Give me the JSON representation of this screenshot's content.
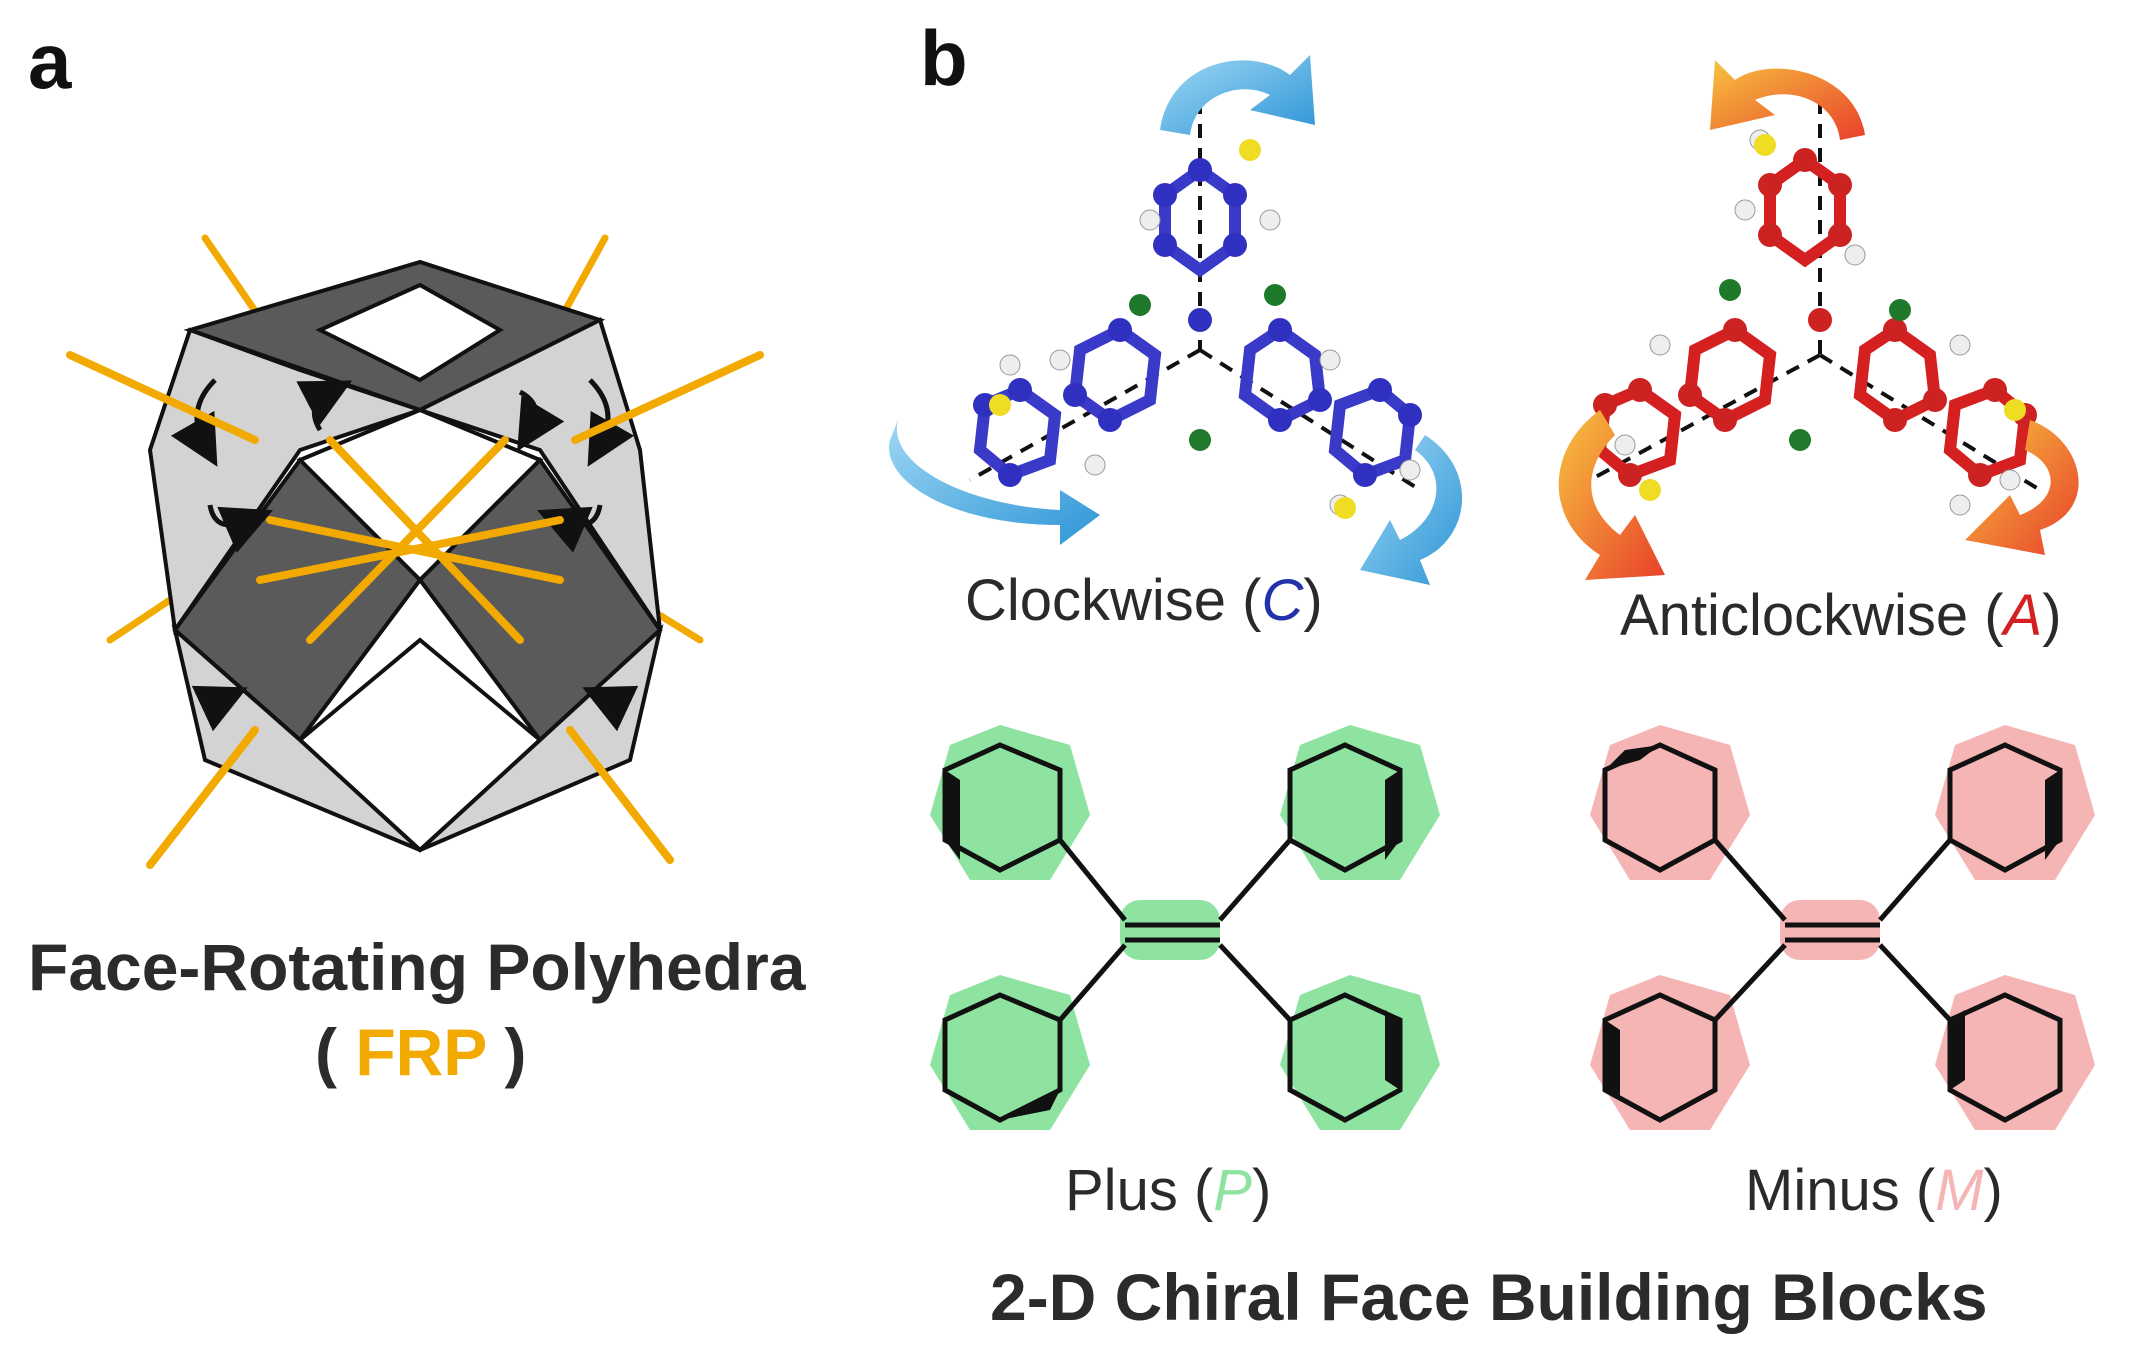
{
  "panel_a": {
    "letter": "a",
    "title": "Face-Rotating Polyhedra",
    "abbr_open": "( ",
    "abbr": "FRP",
    "abbr_close": " )"
  },
  "panel_b": {
    "letter": "b",
    "molecules": [
      {
        "caption": "Clockwise (",
        "symbol": "C",
        "close": ")"
      },
      {
        "caption": "Anticlockwise (",
        "symbol": "A",
        "close": ")"
      },
      {
        "caption": "Plus (",
        "symbol": "P",
        "close": ")"
      },
      {
        "caption": "Minus (",
        "symbol": "M",
        "close": ")"
      }
    ],
    "footer": "2-D Chiral Face Building Blocks"
  },
  "colors": {
    "orange": "#F2A900",
    "blue": "#2233AA",
    "red": "#D42020",
    "green": "#8FE3A0",
    "pink": "#F5B5B5",
    "face_light": "#CFCFCF",
    "face_dark": "#555555",
    "arrow_blue": "#3FA6DF",
    "arrow_red": "#EE5533"
  }
}
